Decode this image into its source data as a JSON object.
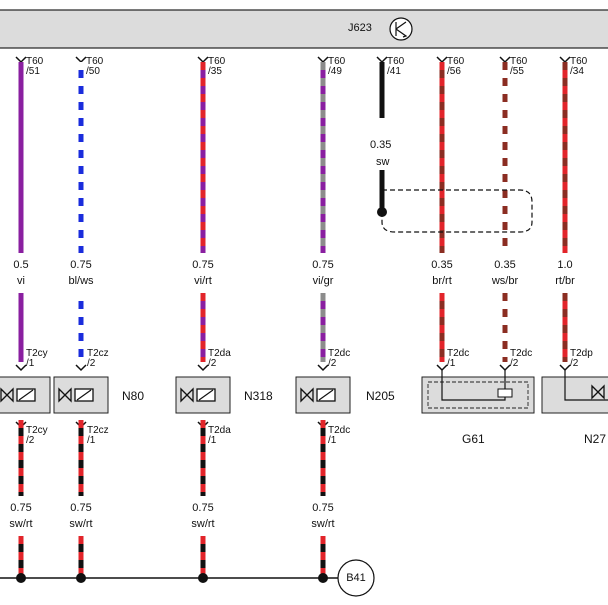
{
  "control_unit": {
    "label": "J623",
    "symbol": "transistor-icon"
  },
  "wires": [
    {
      "id": "w1",
      "pin_top": "T60\n/51",
      "size": "0.5",
      "color_code": "vi",
      "colors": [
        "#8a1fa0"
      ],
      "pattern": "solid"
    },
    {
      "id": "w2",
      "pin_top": "T60\n/50",
      "size": "0.75",
      "color_code": "bl/ws",
      "colors": [
        "#1a2cdc",
        "#ffffff"
      ],
      "pattern": "stripe"
    },
    {
      "id": "w3",
      "pin_top": "T60\n/35",
      "size": "0.75",
      "color_code": "vi/rt",
      "colors": [
        "#8a1fa0",
        "#e2242a"
      ],
      "pattern": "stripe"
    },
    {
      "id": "w4",
      "pin_top": "T60\n/49",
      "size": "0.75",
      "color_code": "vi/gr",
      "colors": [
        "#8a1fa0",
        "#8c8c8c"
      ],
      "pattern": "stripe"
    },
    {
      "id": "w5",
      "pin_top": "T60\n/41",
      "size": "0.35",
      "color_code": "sw",
      "colors": [
        "#111111"
      ],
      "pattern": "solid"
    },
    {
      "id": "w6",
      "pin_top": "T60\n/56",
      "size": "0.35",
      "color_code": "br/rt",
      "colors": [
        "#8b2d22",
        "#e2242a"
      ],
      "pattern": "stripe"
    },
    {
      "id": "w7",
      "pin_top": "T60\n/55",
      "size": "0.35",
      "color_code": "ws/br",
      "colors": [
        "#ffffff",
        "#8b2d22"
      ],
      "pattern": "stripe"
    },
    {
      "id": "w8",
      "pin_top": "T60\n/34",
      "size": "1.0",
      "color_code": "rt/br",
      "colors": [
        "#e2242a",
        "#8b2d22"
      ],
      "pattern": "stripe"
    }
  ],
  "components": [
    {
      "id": "N80",
      "label": "N80",
      "type": "valve",
      "pin_in": "T2cy\n/1",
      "pin_out": "T2cy\n/2"
    },
    {
      "id": "N18x",
      "label": "",
      "type": "valve",
      "pin_in": "T2cz\n/2",
      "pin_out": "T2cz\n/1"
    },
    {
      "id": "N318",
      "label": "N318",
      "type": "valve",
      "pin_in": "T2da\n/2",
      "pin_out": "T2da\n/1"
    },
    {
      "id": "N205",
      "label": "N205",
      "type": "valve",
      "pin_in": "T2dc\n/2",
      "pin_out": "T2dc\n/1"
    },
    {
      "id": "G61",
      "label": "G61",
      "type": "sensor",
      "pin_in_a": "T2dc\n/1",
      "pin_in_b": "T2dc\n/2"
    },
    {
      "id": "N27",
      "label": "N27",
      "type": "valve",
      "pin_in": "T2dp\n/2"
    }
  ],
  "ground_wires": [
    {
      "id": "g1",
      "size": "0.75",
      "color_code": "sw/rt",
      "colors": [
        "#111111",
        "#e2242a"
      ]
    },
    {
      "id": "g2",
      "size": "0.75",
      "color_code": "sw/rt",
      "colors": [
        "#111111",
        "#e2242a"
      ]
    },
    {
      "id": "g3",
      "size": "0.75",
      "color_code": "sw/rt",
      "colors": [
        "#111111",
        "#e2242a"
      ]
    },
    {
      "id": "g4",
      "size": "0.75",
      "color_code": "sw/rt",
      "colors": [
        "#111111",
        "#e2242a"
      ]
    }
  ],
  "ground_point": {
    "label": "B41"
  }
}
